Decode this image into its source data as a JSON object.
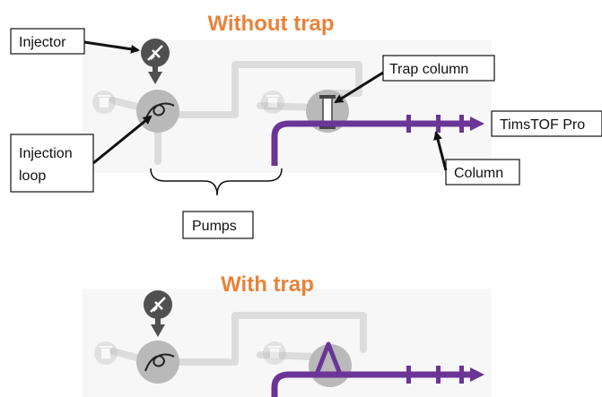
{
  "colors": {
    "title": "#E8823A",
    "flow": "#6A3596",
    "tubing": "#DCDCDC",
    "valve": "#B9B9B9",
    "injector": "#505050",
    "pointer": "#111111",
    "panel": "#F7F7F7"
  },
  "top_panel": {
    "title": "Without trap",
    "labels": {
      "injector": "Injector",
      "trap_column": "Trap column",
      "ms": "TimsTOF Pro",
      "injection_loop_line1": "Injection",
      "injection_loop_line2": "loop",
      "column": "Column",
      "pumps": "Pumps"
    }
  },
  "bottom_panel": {
    "title": "With trap"
  },
  "icons": [
    "syringe-icon",
    "trash-icon",
    "loop-icon",
    "trap-column-icon",
    "arrow-down-icon"
  ]
}
